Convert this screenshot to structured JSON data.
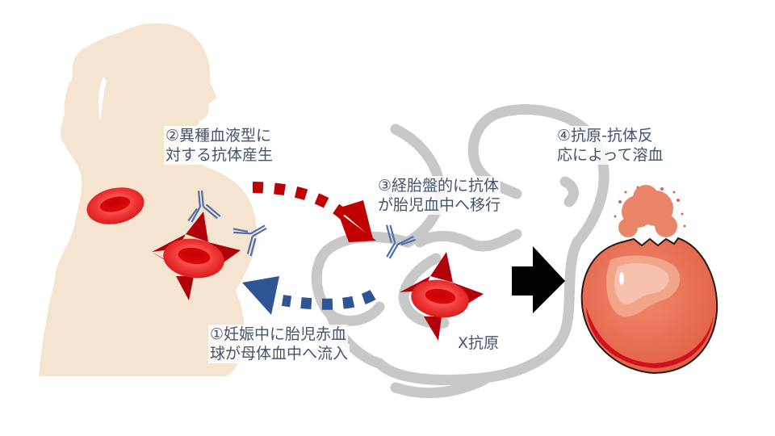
{
  "diagram": {
    "title": "母児間血液型不適合による溶血の機序",
    "steps": [
      {
        "id": 1,
        "line1": "①妊娠中に胎児赤血",
        "line2": "球が母体血中へ流入"
      },
      {
        "id": 2,
        "line1": "②異種血液型に",
        "line2": "対する抗体産生"
      },
      {
        "id": 3,
        "line1": "③経胎盤的に抗体",
        "line2": "が胎児血中へ移行"
      },
      {
        "id": 4,
        "line1": "④抗原-抗体反",
        "line2": "応によって溶血"
      }
    ],
    "antigen_label": "X抗原",
    "figures": {
      "mother": "pregnant-woman-silhouette",
      "fetus": "fetus-outline",
      "rbc_normal": "red-blood-cell",
      "rbc_antigen": "red-blood-cell-with-x-antigen",
      "antibody": "y-shaped-antibody",
      "hemolysis": "lysed-red-blood-cell"
    },
    "colors": {
      "mother_silhouette": "#f5e4d0",
      "fetus_outline": "#c8c8c8",
      "red_arrow": "#c00000",
      "blue_arrow": "#2f5597",
      "black_arrow": "#000000",
      "rbc": "#e8202a",
      "antigen": "#b0000a",
      "antibody": "#4f6fa8",
      "lysed_cell": "#e9765a",
      "text": "#44546a"
    }
  }
}
